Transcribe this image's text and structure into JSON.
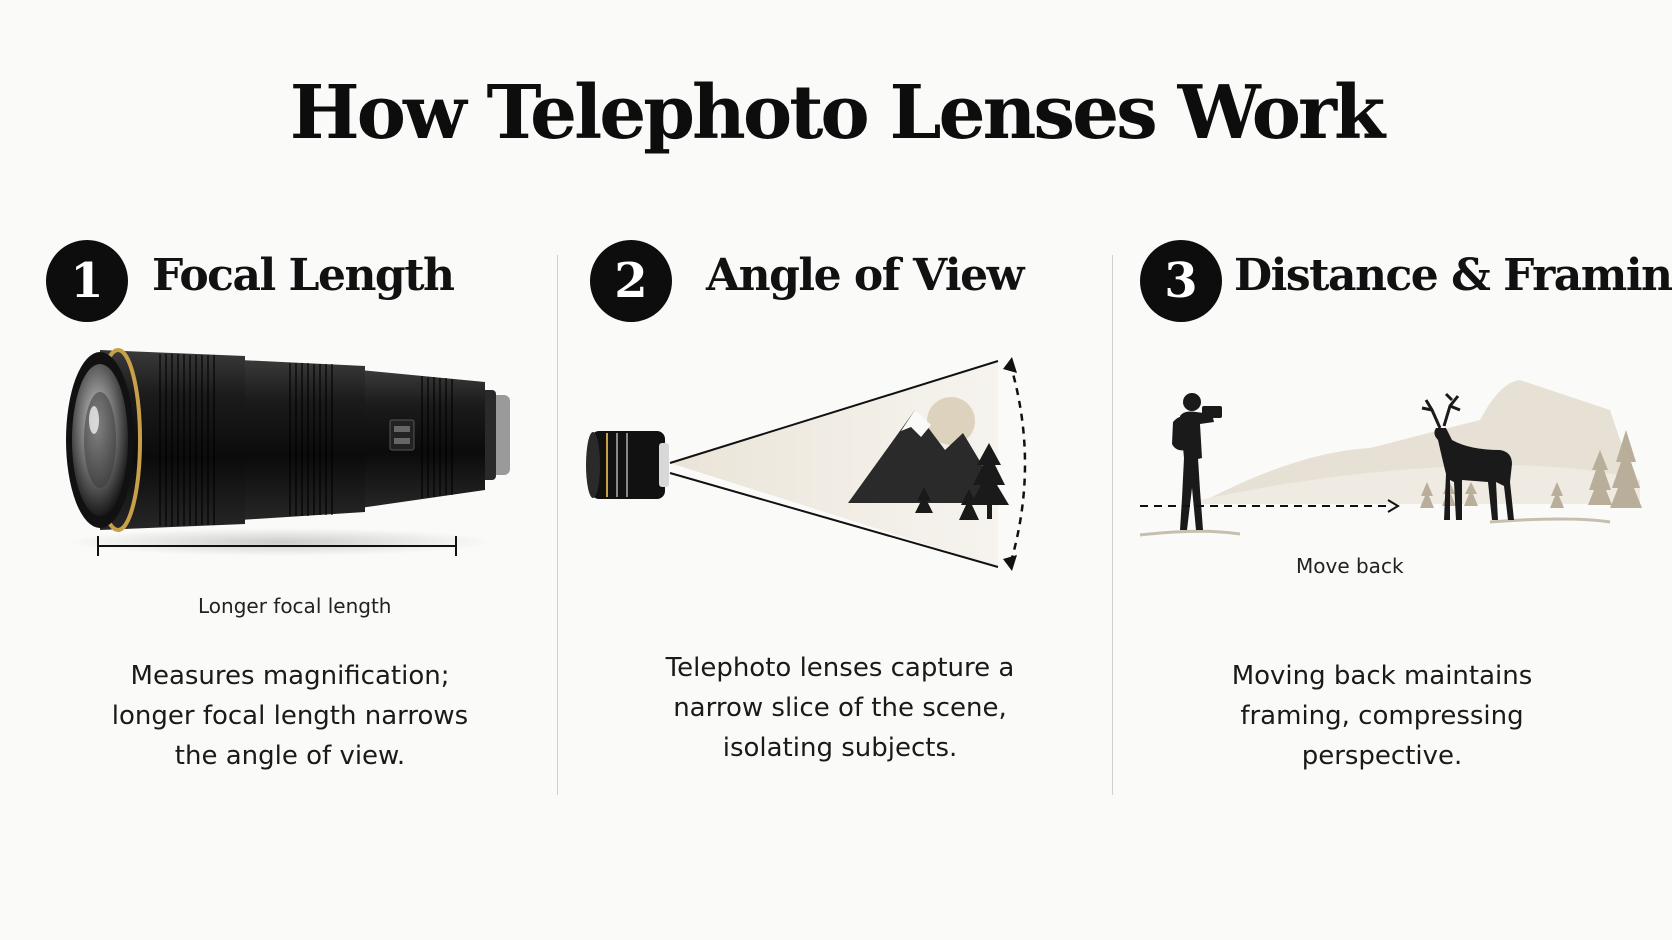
{
  "title": "How Telephoto Lenses Work",
  "steps": [
    {
      "number": "1",
      "title": "Focal Length",
      "caption": "Longer focal length",
      "description_lines": [
        "Measures magnification;",
        "longer focal length narrows",
        "the angle of view."
      ]
    },
    {
      "number": "2",
      "title": "Angle of View",
      "description_lines": [
        "Telephoto lenses capture a",
        "narrow slice of the scene,",
        "isolating subjects."
      ]
    },
    {
      "number": "3",
      "title": "Distance & Framing",
      "caption": "Move back",
      "description_lines": [
        "Moving back maintains",
        "framing, compressing",
        "perspective."
      ]
    }
  ],
  "colors": {
    "ink": "#0d0d0d",
    "scene_beige": "#e7e1d5",
    "sun": "#ddd2bd",
    "lens_gold": "#c9a04a",
    "divider": "#cfcfcf"
  }
}
